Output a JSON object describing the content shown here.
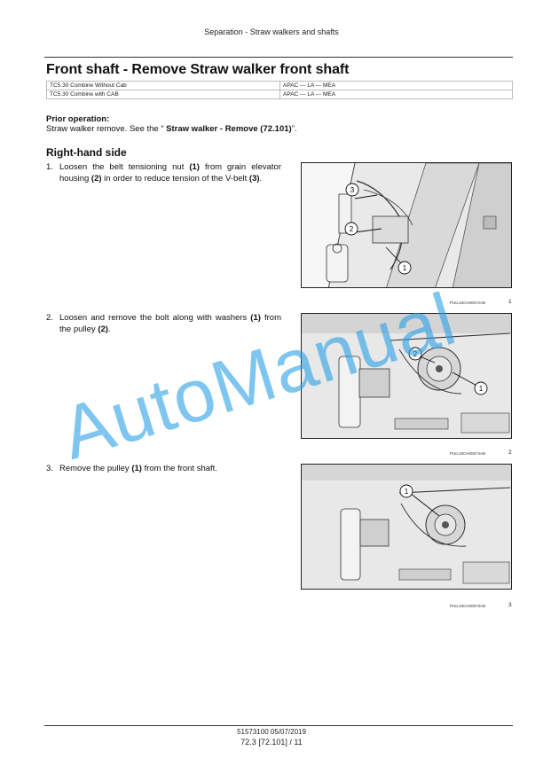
{
  "header": {
    "running_title": "Separation - Straw walkers and shafts"
  },
  "doc": {
    "title": "Front shaft - Remove Straw walker front shaft"
  },
  "applicability": [
    {
      "model": "TC5.30 Combine Without Cab",
      "regions": "APAC --- LA --- MEA"
    },
    {
      "model": "TC5.30 Combine with CAB",
      "regions": "APAC --- LA --- MEA"
    }
  ],
  "prior_operation": {
    "label": "Prior operation:",
    "text_before": "Straw walker remove.  See the “ ",
    "reference": "Straw walker - Remove (72.101)",
    "text_after": "”."
  },
  "section": {
    "title": "Right-hand side"
  },
  "steps": [
    {
      "number": "1.",
      "parts": [
        "Loosen the belt tensioning nut ",
        "(1)",
        " from grain elevator housing ",
        "(2)",
        " in order to reduce tension of the V-belt ",
        "(3)",
        "."
      ],
      "figure": {
        "code": "PUIL15CH00672AB",
        "number": "1",
        "callouts": [
          "3",
          "2",
          "1"
        ]
      }
    },
    {
      "number": "2.",
      "parts": [
        "Loosen and remove the bolt along with washers ",
        "(1)",
        " from the pulley ",
        "(2)",
        "."
      ],
      "figure": {
        "code": "PUIL15CH00674AB",
        "number": "2",
        "callouts": [
          "2",
          "1"
        ]
      }
    },
    {
      "number": "3.",
      "parts": [
        "Remove the pulley ",
        "(1)",
        " from the front shaft."
      ],
      "figure": {
        "code": "PUIL15CH00673AB",
        "number": "3",
        "callouts": [
          "1"
        ]
      }
    }
  ],
  "footer": {
    "doc_number": "51573100 05/07/2019",
    "page": "72.3 [72.101] / 11"
  },
  "watermark": {
    "text": "AutoManual",
    "color": "#28a0e6"
  }
}
